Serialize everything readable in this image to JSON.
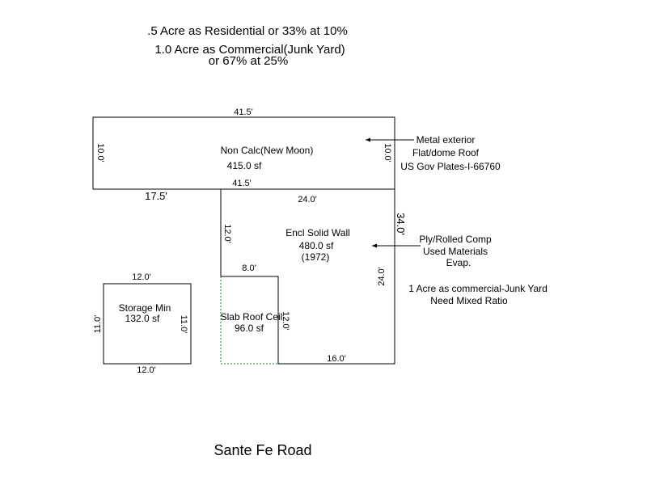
{
  "header": {
    "line1": ".5 Acre as Residential or 33% at 10%",
    "line2": "1.0 Acre as Commercial(Junk Yard)",
    "line3": "or 67%  at 25%"
  },
  "areas": {
    "top": {
      "name": "Non Calc(New Moon)",
      "area": "415.0 sf",
      "dim_top": "41.5'",
      "dim_bottom": "41.5'",
      "dim_left": "10.0'",
      "dim_right": "10.0'"
    },
    "main": {
      "name": "Encl Solid Wall",
      "area": "480.0 sf",
      "year": "(1972)",
      "dim_top": "24.0'",
      "dim_left": "12.0'",
      "dim_right_outer": "34.0'",
      "dim_right_inner": "24.0'",
      "dim_bottom": "16.0'",
      "dim_offset": "17.5'"
    },
    "slab": {
      "name": "Slab Roof Ceil",
      "area": "96.0 sf",
      "dim_top": "8.0'",
      "dim_right": "12.0'"
    },
    "storage": {
      "name": "Storage Min",
      "area": "132.0 sf",
      "dim_top": "12.0'",
      "dim_bottom": "12.0'",
      "dim_left": "11.0'",
      "dim_right": "11.0'"
    }
  },
  "notes": {
    "metal": [
      "Metal exterior",
      "Flat/dome Roof",
      "US Gov Plates-I-66760"
    ],
    "ply": [
      "Ply/Rolled Comp",
      "Used Materials",
      "Evap."
    ],
    "commercial": [
      "1 Acre as commercial-Junk Yard",
      "Need Mixed Ratio"
    ]
  },
  "road": "Sante Fe Road"
}
